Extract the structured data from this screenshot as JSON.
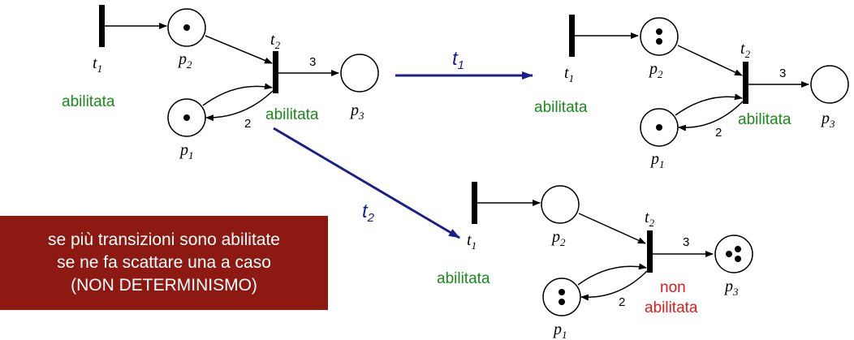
{
  "labels": {
    "t": "t",
    "p": "p",
    "sub1": "1",
    "sub2": "2",
    "sub3": "3"
  },
  "weights": {
    "w3": "3",
    "w2": "2"
  },
  "status": {
    "enabled": "abilitata",
    "not_enabled_1": "non",
    "not_enabled_2": "abilitata"
  },
  "colors": {
    "enabled": "#1a8a1a",
    "not_enabled": "#e01b1b",
    "fire_arrow": "#1a1f8c",
    "note_bg": "#8c1a13"
  },
  "firings": {
    "right": {
      "label": "t",
      "sub": "1"
    },
    "down": {
      "label": "t",
      "sub": "2"
    }
  },
  "note": {
    "line1": "se più transizioni sono abilitate",
    "line2": "se ne fa scattare una a caso",
    "line3": "(NON DETERMINISMO)"
  },
  "markings": {
    "initial": {
      "p1": 1,
      "p2": 1,
      "p3": 0
    },
    "after_t1": {
      "p1": 1,
      "p2": 2,
      "p3": 0
    },
    "after_t2": {
      "p1": 2,
      "p2": 0,
      "p3": 3
    }
  }
}
